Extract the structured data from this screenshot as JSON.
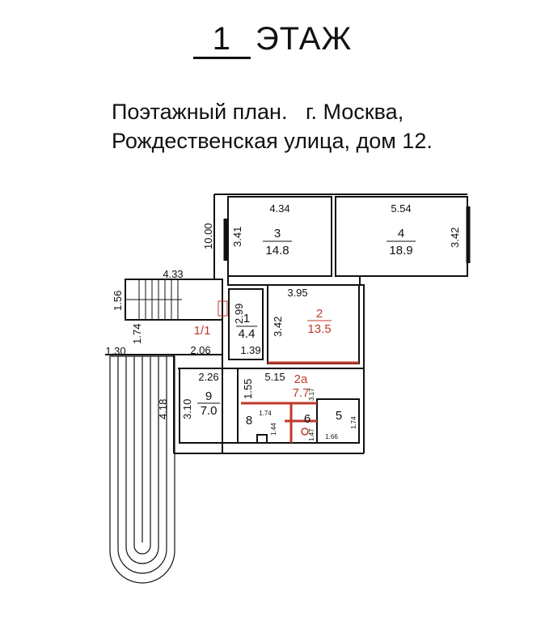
{
  "header": {
    "floor_number": "1",
    "floor_word": "ЭТАЖ",
    "line1": "Поэтажный план.   г. Москва,",
    "line2": "Рождественская улица, дом 12."
  },
  "rooms": {
    "r3": {
      "num": "3",
      "area": "14.8"
    },
    "r4": {
      "num": "4",
      "area": "18.9"
    },
    "r1": {
      "num": "1",
      "area": "4.4"
    },
    "r11": {
      "num": "1/1"
    },
    "r2": {
      "num": "2",
      "area": "13.5"
    },
    "r2a": {
      "num": "2а",
      "area": "7.7"
    },
    "r9": {
      "num": "9",
      "area": "7.0"
    },
    "r8": {
      "num": "8"
    },
    "r5": {
      "num": "5"
    },
    "r6": {
      "num": "6"
    }
  },
  "dims": {
    "d434": "4.34",
    "d554": "5.54",
    "d1000": "10.00",
    "d341": "3.41",
    "d342a": "3.42",
    "d433": "4.33",
    "d156": "1.56",
    "d299": "2.99",
    "d395": "3.95",
    "d342b": "3.42",
    "d174": "1.74",
    "d130": "1.30",
    "d206": "2.06",
    "d139": "1.39",
    "d226": "2.26",
    "d515": "5.15",
    "d155": "1.55",
    "d310": "3.10",
    "d418": "4.18",
    "d166": "1.66",
    "d174b": "1.74",
    "d174c": "1.74",
    "d144": "1.44",
    "d147": "1.47",
    "d317": "3.17"
  }
}
